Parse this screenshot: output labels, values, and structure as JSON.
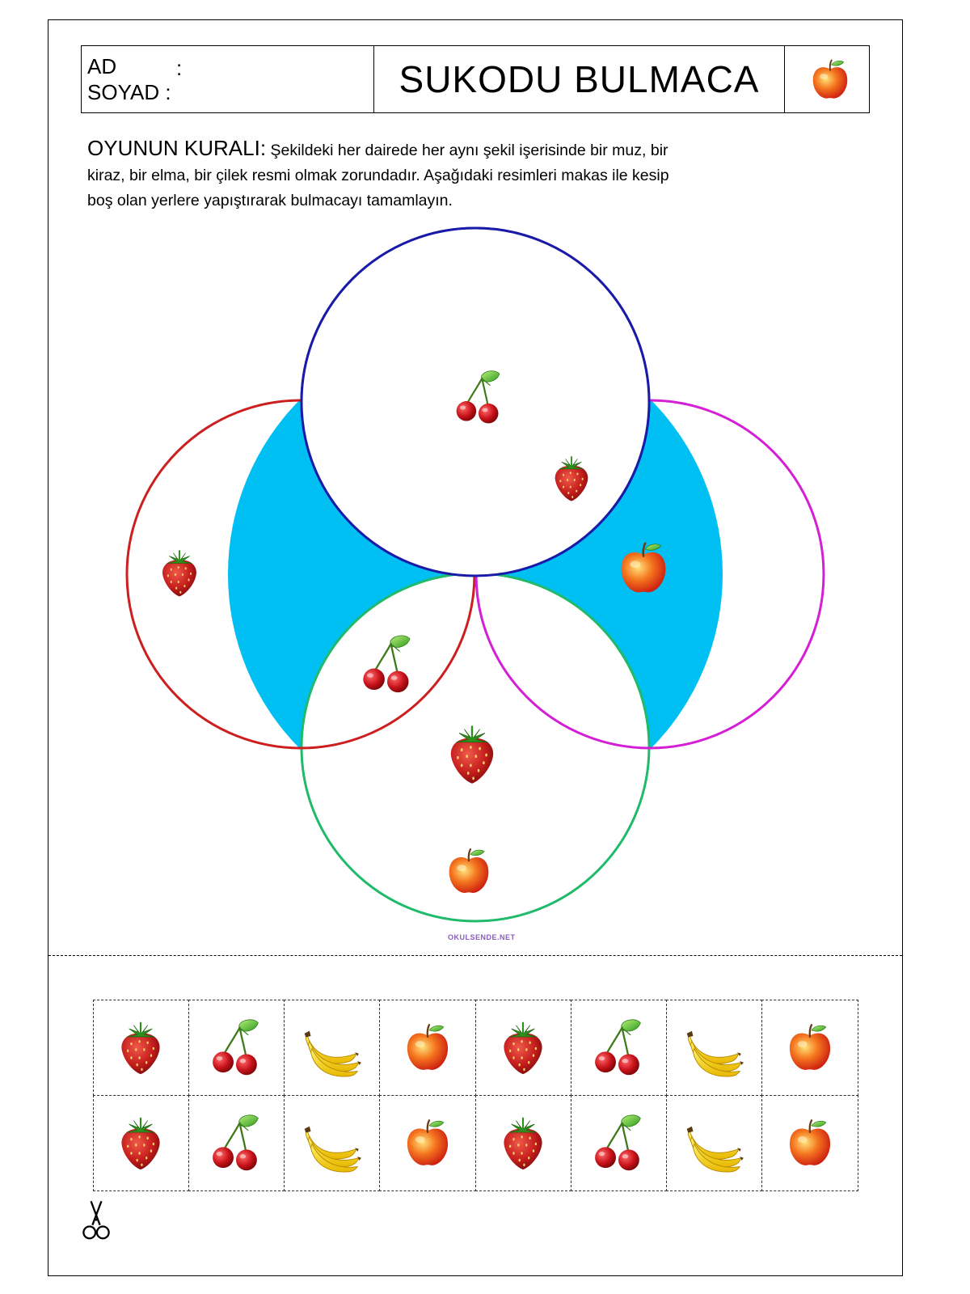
{
  "header": {
    "name_label": "AD",
    "name_colon": ":",
    "surname_label": "SOYAD :",
    "title": "SUKODU BULMACA",
    "logo_icon": "apple-icon"
  },
  "rules": {
    "heading": "OYUNUN KURALI:",
    "text_line1": " Şekildeki her dairede her aynı şekil işerisinde bir muz, bir",
    "text_line2": "kiraz, bir elma, bir çilek resmi olmak zorundadır. Aşağıdaki resimleri makas ile kesip",
    "text_line3": "boş olan yerlere yapıştırarak bulmacayı tamamlayın."
  },
  "puzzle": {
    "colors": {
      "center_fill": "#00bff3",
      "top_circle": "#1a1aa8",
      "left_circle": "#cc1f1f",
      "right_circle": "#d41fd4",
      "bottom_circle": "#1fba6a"
    },
    "placed_fruits": [
      {
        "region": "top-center",
        "fruit": "cherry-icon"
      },
      {
        "region": "top-right-inner",
        "fruit": "strawberry-icon"
      },
      {
        "region": "left-outer",
        "fruit": "strawberry-icon"
      },
      {
        "region": "right-inner",
        "fruit": "apple-icon"
      },
      {
        "region": "bottom-left-inner",
        "fruit": "cherry-icon"
      },
      {
        "region": "bottom-center",
        "fruit": "strawberry-icon"
      },
      {
        "region": "bottom-outer",
        "fruit": "apple-icon"
      }
    ]
  },
  "watermark": "OKULSENDE.NET",
  "cutout_pieces": [
    [
      "strawberry-icon",
      "cherry-icon",
      "banana-icon",
      "apple-icon",
      "strawberry-icon",
      "cherry-icon",
      "banana-icon",
      "apple-icon"
    ],
    [
      "strawberry-icon",
      "cherry-icon",
      "banana-icon",
      "apple-icon",
      "strawberry-icon",
      "cherry-icon",
      "banana-icon",
      "apple-icon"
    ]
  ],
  "scissors_icon": "scissors-icon"
}
